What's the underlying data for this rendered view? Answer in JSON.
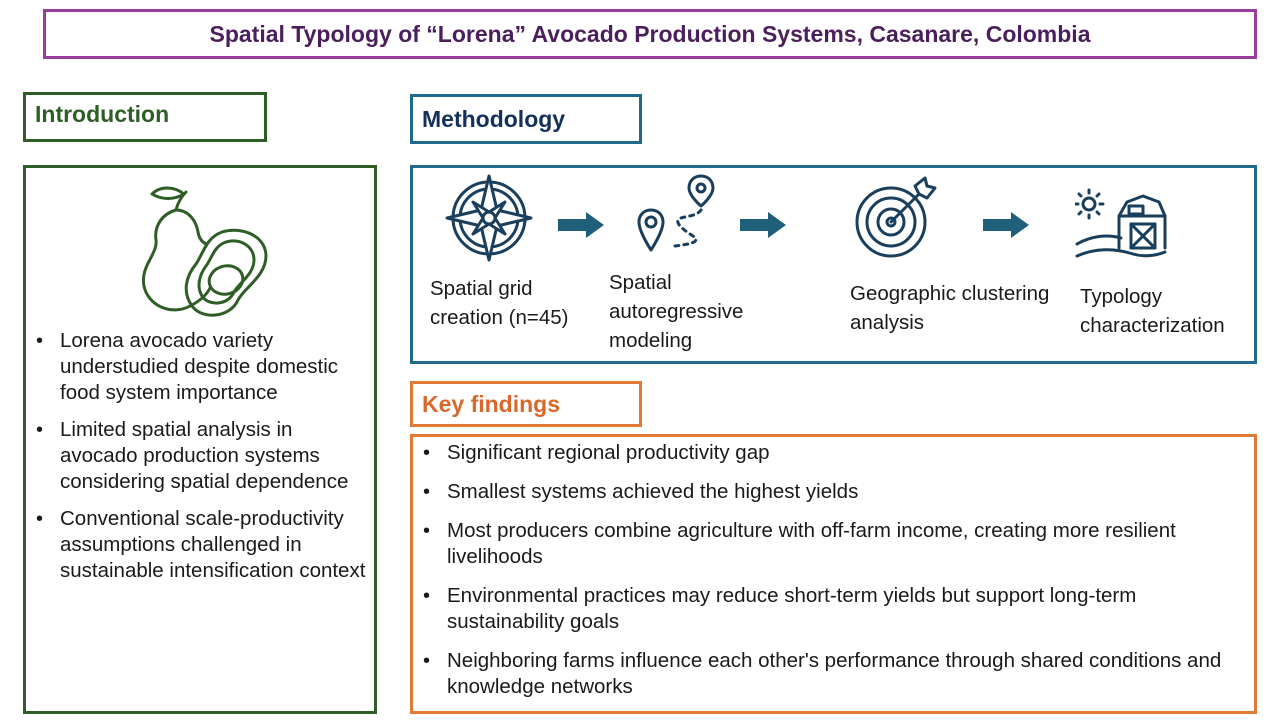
{
  "title": "Spatial Typology of “Lorena” Avocado Production Systems, Casanare, Colombia",
  "colors": {
    "title_border": "#9b3e9b",
    "intro": "#2e5e25",
    "methodology": "#1f6a8a",
    "findings": "#e07a35",
    "icon": "#1a3f5c"
  },
  "introduction": {
    "heading": "Introduction",
    "icon": "avocado-icon",
    "bullets": [
      "Lorena avocado variety understudied despite domestic food system importance",
      "Limited spatial analysis in avocado production systems considering spatial dependence",
      "Conventional scale-productivity assumptions challenged in sustainable intensification context"
    ]
  },
  "methodology": {
    "heading": "Methodology",
    "steps": [
      {
        "icon": "compass-icon",
        "label": "Spatial grid creation (n=45)"
      },
      {
        "icon": "map-route-icon",
        "label": "Spatial autoregressive modeling"
      },
      {
        "icon": "target-icon",
        "label": "Geographic clustering analysis"
      },
      {
        "icon": "farm-barn-icon",
        "label": "Typology characterization"
      }
    ]
  },
  "key_findings": {
    "heading": "Key findings",
    "bullets": [
      "Significant regional productivity gap",
      "Smallest systems achieved the highest yields",
      "Most producers combine agriculture with off-farm income, creating more resilient livelihoods",
      "Environmental practices may reduce short-term yields but support long-term sustainability goals",
      "Neighboring farms influence each other's performance through shared conditions and knowledge networks"
    ]
  }
}
